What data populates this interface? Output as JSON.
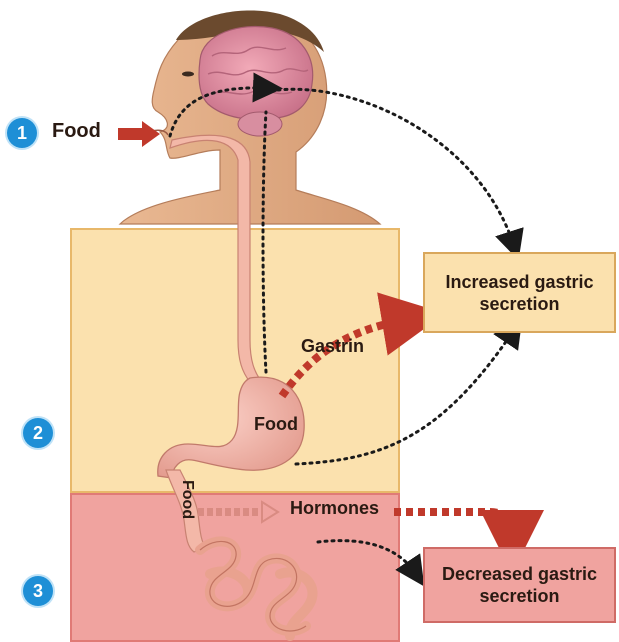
{
  "labels": {
    "food_mouth": "Food",
    "gastrin": "Gastrin",
    "food_stomach": "Food",
    "food_duodenum": "Food",
    "hormones": "Hormones"
  },
  "outcomes": {
    "increased": "Increased gastric secretion",
    "decreased": "Decreased gastric secretion"
  },
  "steps": [
    "1",
    "2",
    "3"
  ],
  "colors": {
    "gastric_phase_fill": "#fbe1ae",
    "intestinal_phase_fill": "#f0a39f",
    "step_badge": "#1e8fd6",
    "hormone_arrow": "#c0392b",
    "nerve_path": "#1a1a1a"
  }
}
